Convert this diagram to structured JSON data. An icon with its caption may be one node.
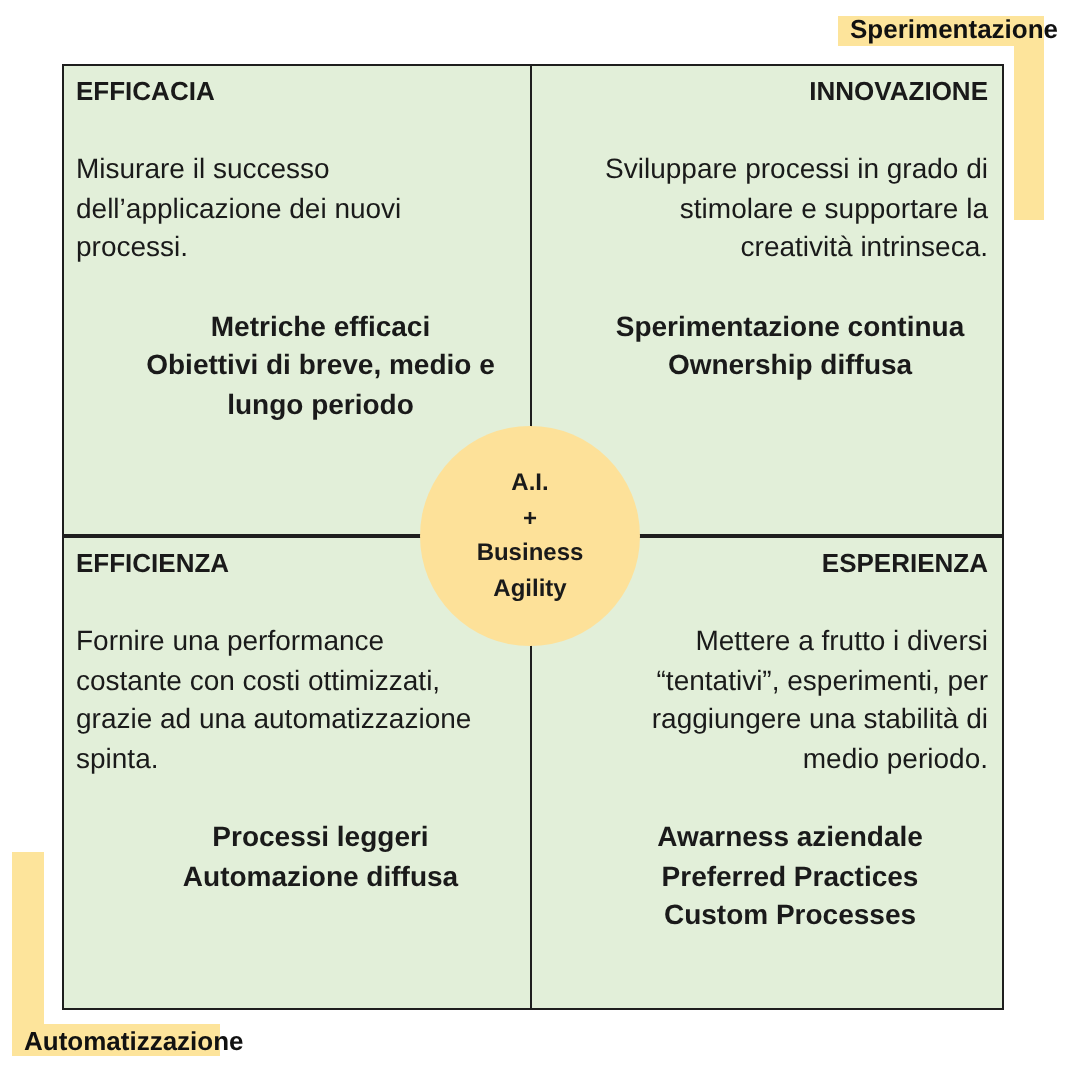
{
  "diagram": {
    "nodes": [
      {
        "text": [
          "EFFICACIA",
          "Misurare il successo dell’applicazione dei nuovi processi.",
          "Metriche efficaci",
          "Obiettivi di breve, medio e lungo periodo"
        ]
      },
      {
        "text": [
          "INNOVAZIONE",
          "Sviluppare processi in grado di stimolare e supportare la creatività intrinseca.",
          "Sperimentazione continua",
          "Ownership diffusa"
        ]
      },
      {
        "text": [
          "A.I. + Business Agility"
        ]
      },
      {
        "text": [
          "EFFICIENZA",
          "Fornire una performance costante con costi ottimizzati, grazie ad una automatizzazione spinta.",
          "Processi leggeri",
          "Automazione diffusa"
        ]
      },
      {
        "text": [
          "ESPERIENZA",
          "Mettere a frutto i diversi “tentativi”, esperimenti, per raggiungere una stabilità di medio periodo.",
          "Awarness aziendale",
          "Preferred Practices",
          "Custom Processes"
        ]
      }
    ],
    "labels": [
      "Sperimentazione",
      "Automatizzazione"
    ]
  }
}
